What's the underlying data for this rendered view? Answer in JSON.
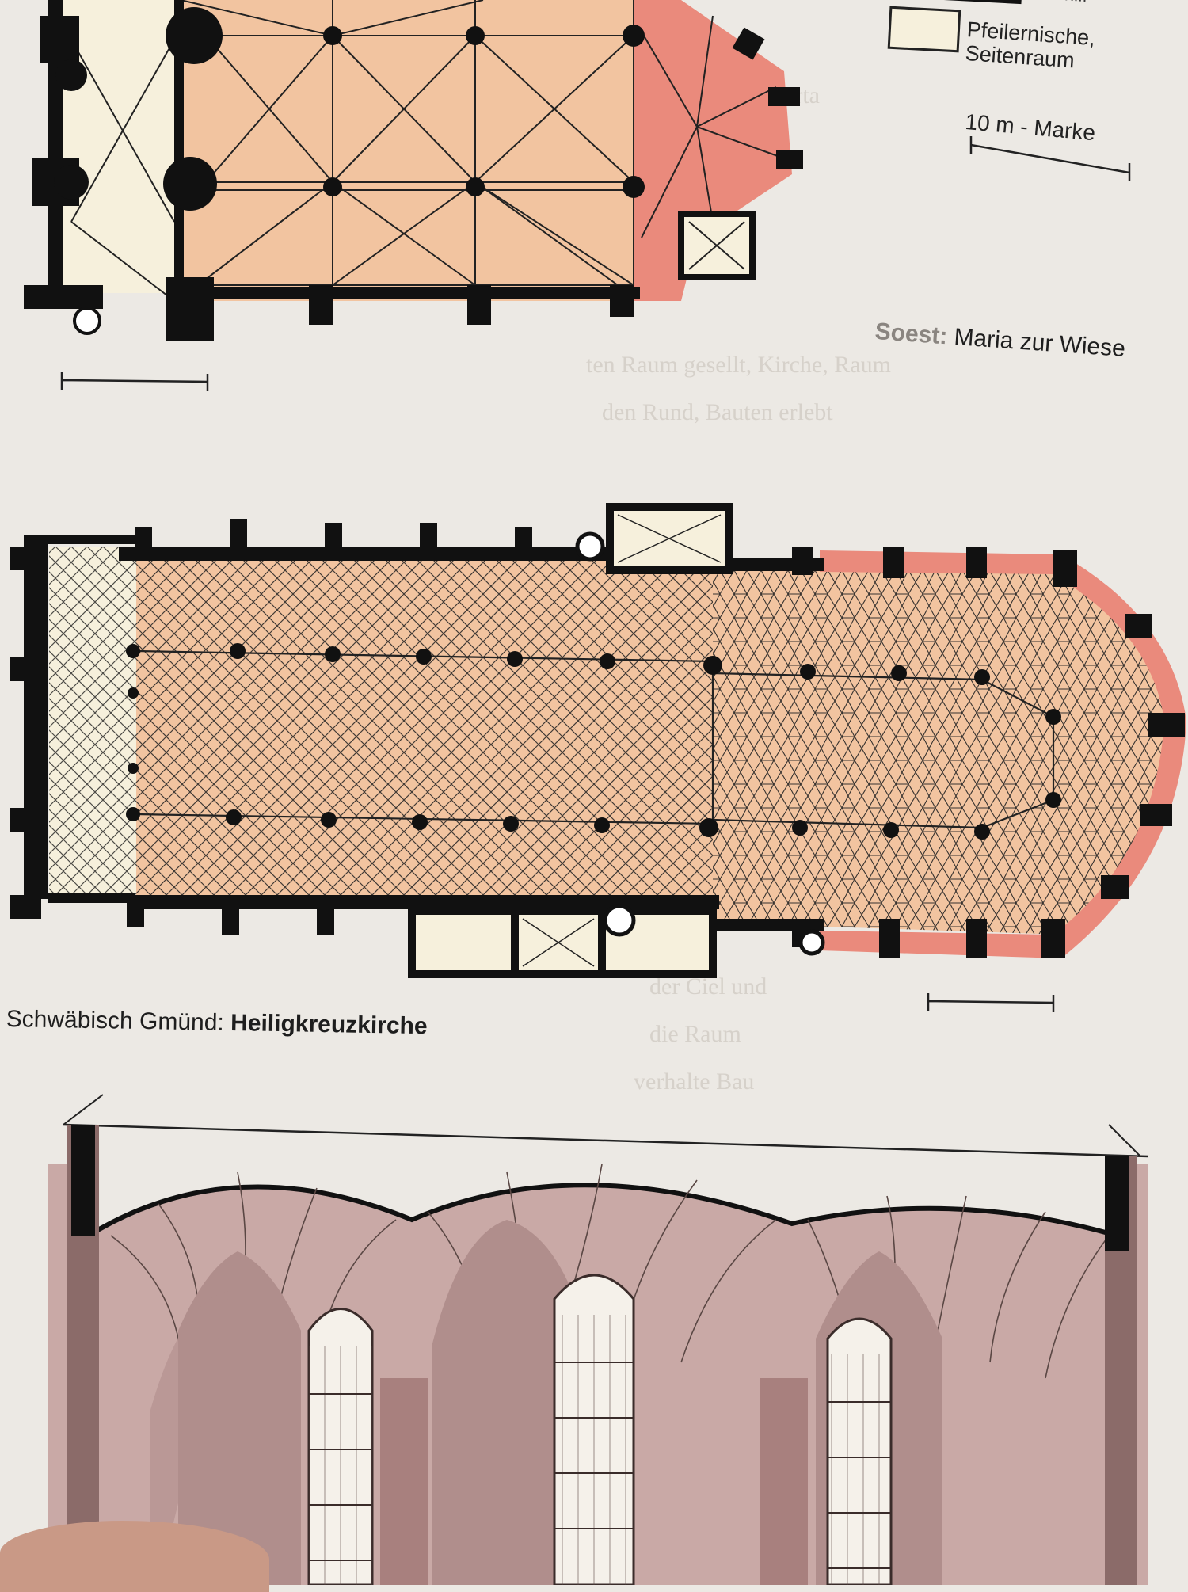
{
  "legend": {
    "cut_label": "nschiff",
    "swatch_label_line1": "Pfeilernische,",
    "swatch_label_line2": "Seitenraum",
    "scale_label": "10 m - Marke",
    "colors": {
      "nave": "#f2c4a0",
      "choir": "#ea8a7c",
      "niche": "#f6f0dc",
      "walls": "#111111"
    }
  },
  "soest": {
    "caption_prefix": "Soest:",
    "caption_name": "Maria zur Wiese"
  },
  "gmuend": {
    "caption_prefix": "Schwäbisch Gmünd:",
    "caption_name": "Heiligkreuzkirche"
  },
  "section": {
    "colors": {
      "vault": "#c9a9a6",
      "pier": "#b08e8c",
      "window": "#f5f1ea"
    }
  }
}
